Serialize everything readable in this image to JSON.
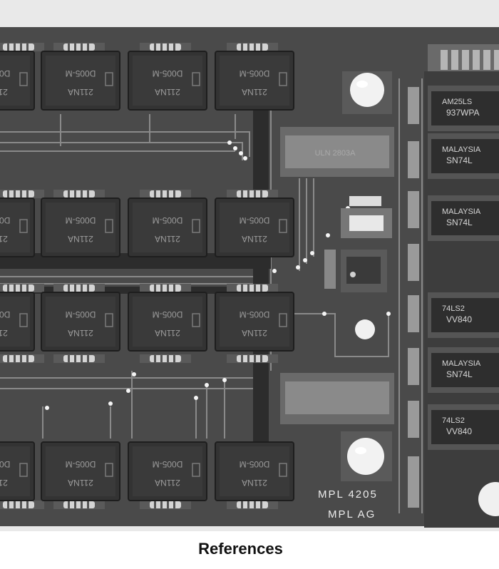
{
  "caption": "References",
  "board": {
    "silkscreen_model": "MPL 4205",
    "silkscreen_maker": "MPL AG"
  },
  "relay_marking": [
    "211NA",
    "D005-M"
  ],
  "ic_markings": [
    {
      "line1": "AM25LS",
      "line2": "937WPA"
    },
    {
      "line1": "MALAYSIA",
      "line2": "SN74L"
    },
    {
      "line1": "MALAYSIA",
      "line2": "SN74L"
    },
    {
      "line1": "74LS2",
      "line2": "VV840"
    },
    {
      "line1": "MALAYSIA",
      "line2": "SN74L"
    },
    {
      "line1": "74LS2",
      "line2": "VV840"
    }
  ]
}
